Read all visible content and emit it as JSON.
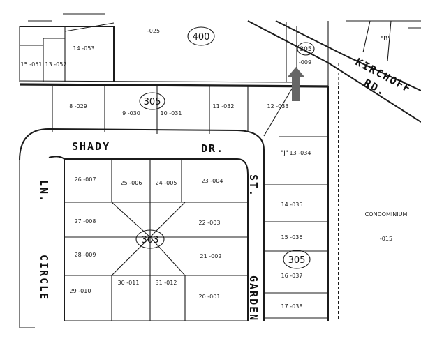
{
  "map": {
    "numbers": {
      "n400": "400",
      "n305_top": "305",
      "n305_tag": "305",
      "n305_right": "305",
      "n303": "303",
      "code_025": "-025",
      "code_009": "-009",
      "code_015": "-015"
    },
    "streets": {
      "shady": "SHADY",
      "dr": "DR.",
      "kirchoff": "KIRCHOFF",
      "rd": "RD.",
      "ln": "LN.",
      "circle": "CIRCLE",
      "st": "ST.",
      "garden": "GARDEN"
    },
    "labels": {
      "condominium": "CONDOMINIUM",
      "j": "\"J\"",
      "b": "\"B\""
    },
    "lots": {
      "l14": "14 -053",
      "l15": "15 -051",
      "l13": "13 -052",
      "l8": "8 -029",
      "l9": "9 -030",
      "l10": "10 -031",
      "l11": "11 -032",
      "l12": "12 -033",
      "l13r": "13 -034",
      "l14r": "14 -035",
      "l15r": "15 -036",
      "l16r": "16 -037",
      "l17r": "17 -038",
      "l26": "26 -007",
      "l25": "25 -006",
      "l24": "24 -005",
      "l23": "23 -004",
      "l27": "27 -008",
      "l22": "22 -003",
      "l28": "28 -009",
      "l21": "21 -002",
      "l29": "29 -010",
      "l30": "30 -011",
      "l31": "31 -012",
      "l20": "20 -001"
    },
    "arrow_color": "#666666"
  }
}
